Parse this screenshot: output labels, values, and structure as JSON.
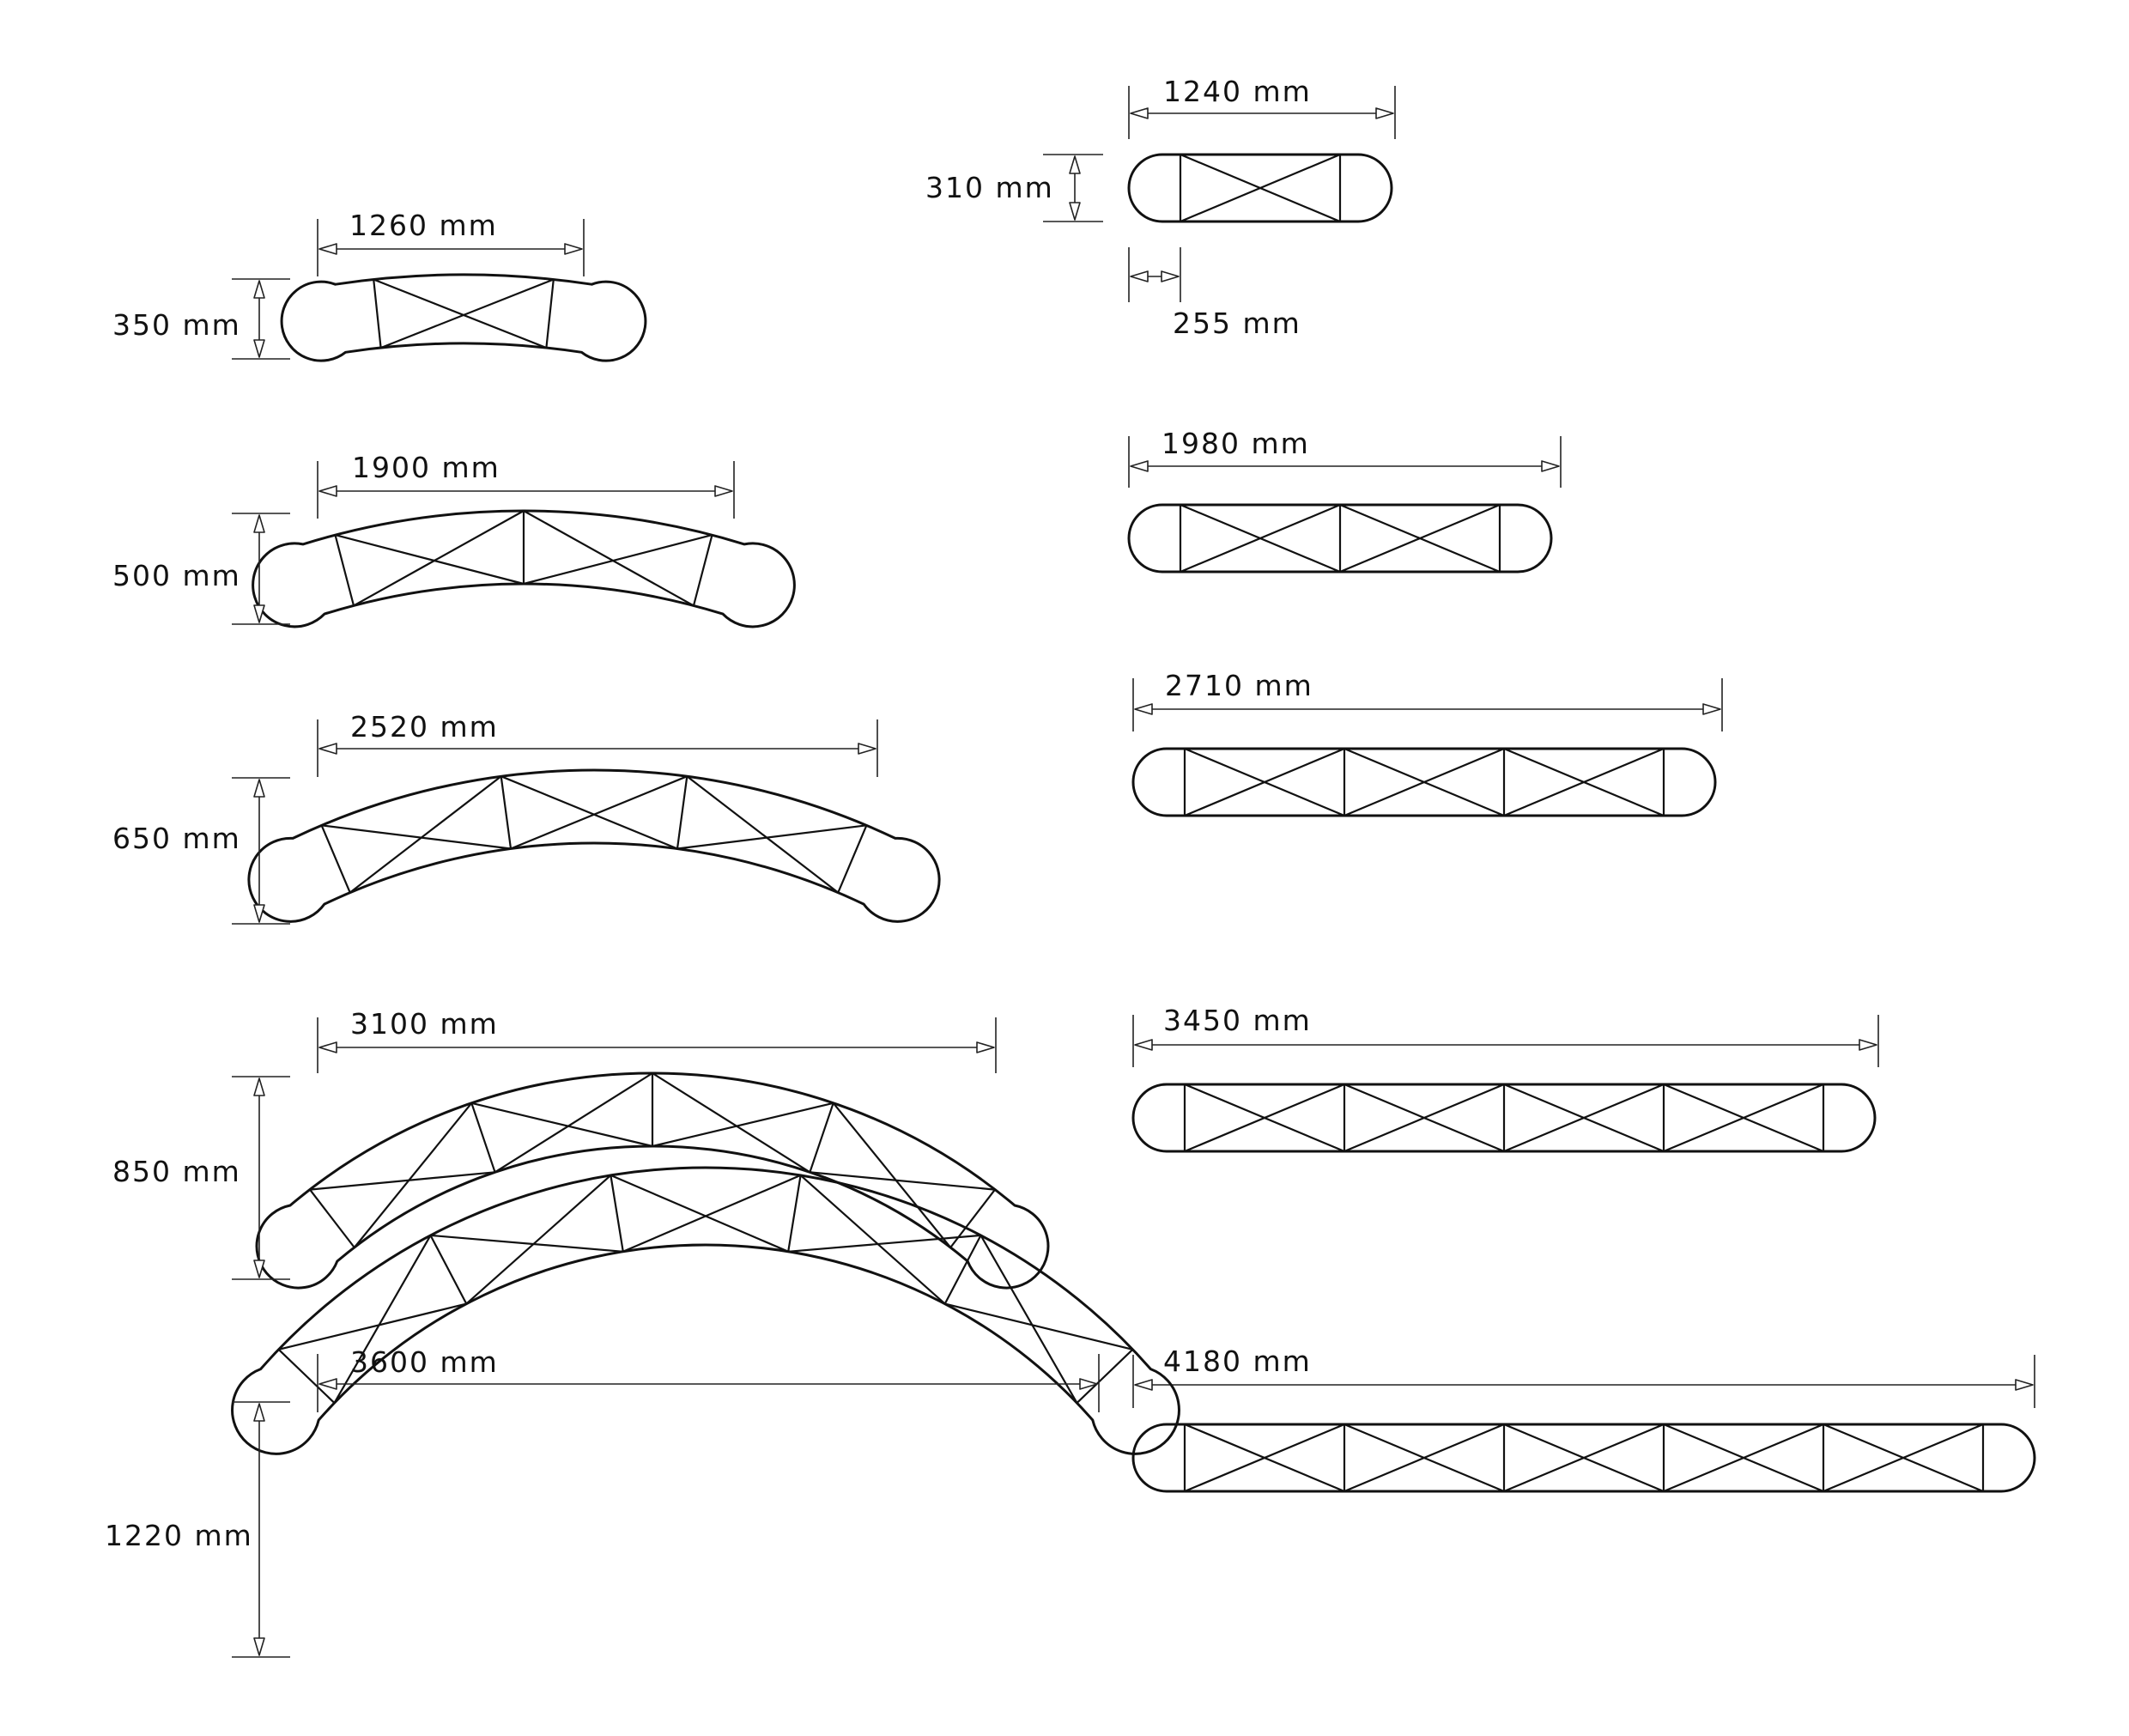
{
  "colors": {
    "line": "#111111",
    "background": "#ffffff"
  },
  "straight_trusses": [
    {
      "id": "s1",
      "length_label": "1240 mm",
      "height_label": "310 mm",
      "end_label": "255 mm",
      "bays": 1
    },
    {
      "id": "s2",
      "length_label": "1980 mm",
      "bays": 2
    },
    {
      "id": "s3",
      "length_label": "2710 mm",
      "bays": 3
    },
    {
      "id": "s4",
      "length_label": "3450 mm",
      "bays": 4
    },
    {
      "id": "s5",
      "length_label": "4180 mm",
      "bays": 5
    }
  ],
  "curved_trusses": [
    {
      "id": "c1",
      "width_label": "1260 mm",
      "height_label": "350 mm",
      "bays": 1
    },
    {
      "id": "c2",
      "width_label": "1900 mm",
      "height_label": "500 mm",
      "bays": 2
    },
    {
      "id": "c3",
      "width_label": "2520 mm",
      "height_label": "650 mm",
      "bays": 3
    },
    {
      "id": "c4",
      "width_label": "3100 mm",
      "height_label": "850 mm",
      "bays": 4
    },
    {
      "id": "c5",
      "width_label": "3600 mm",
      "height_label": "1220 mm",
      "bays": 5
    }
  ]
}
